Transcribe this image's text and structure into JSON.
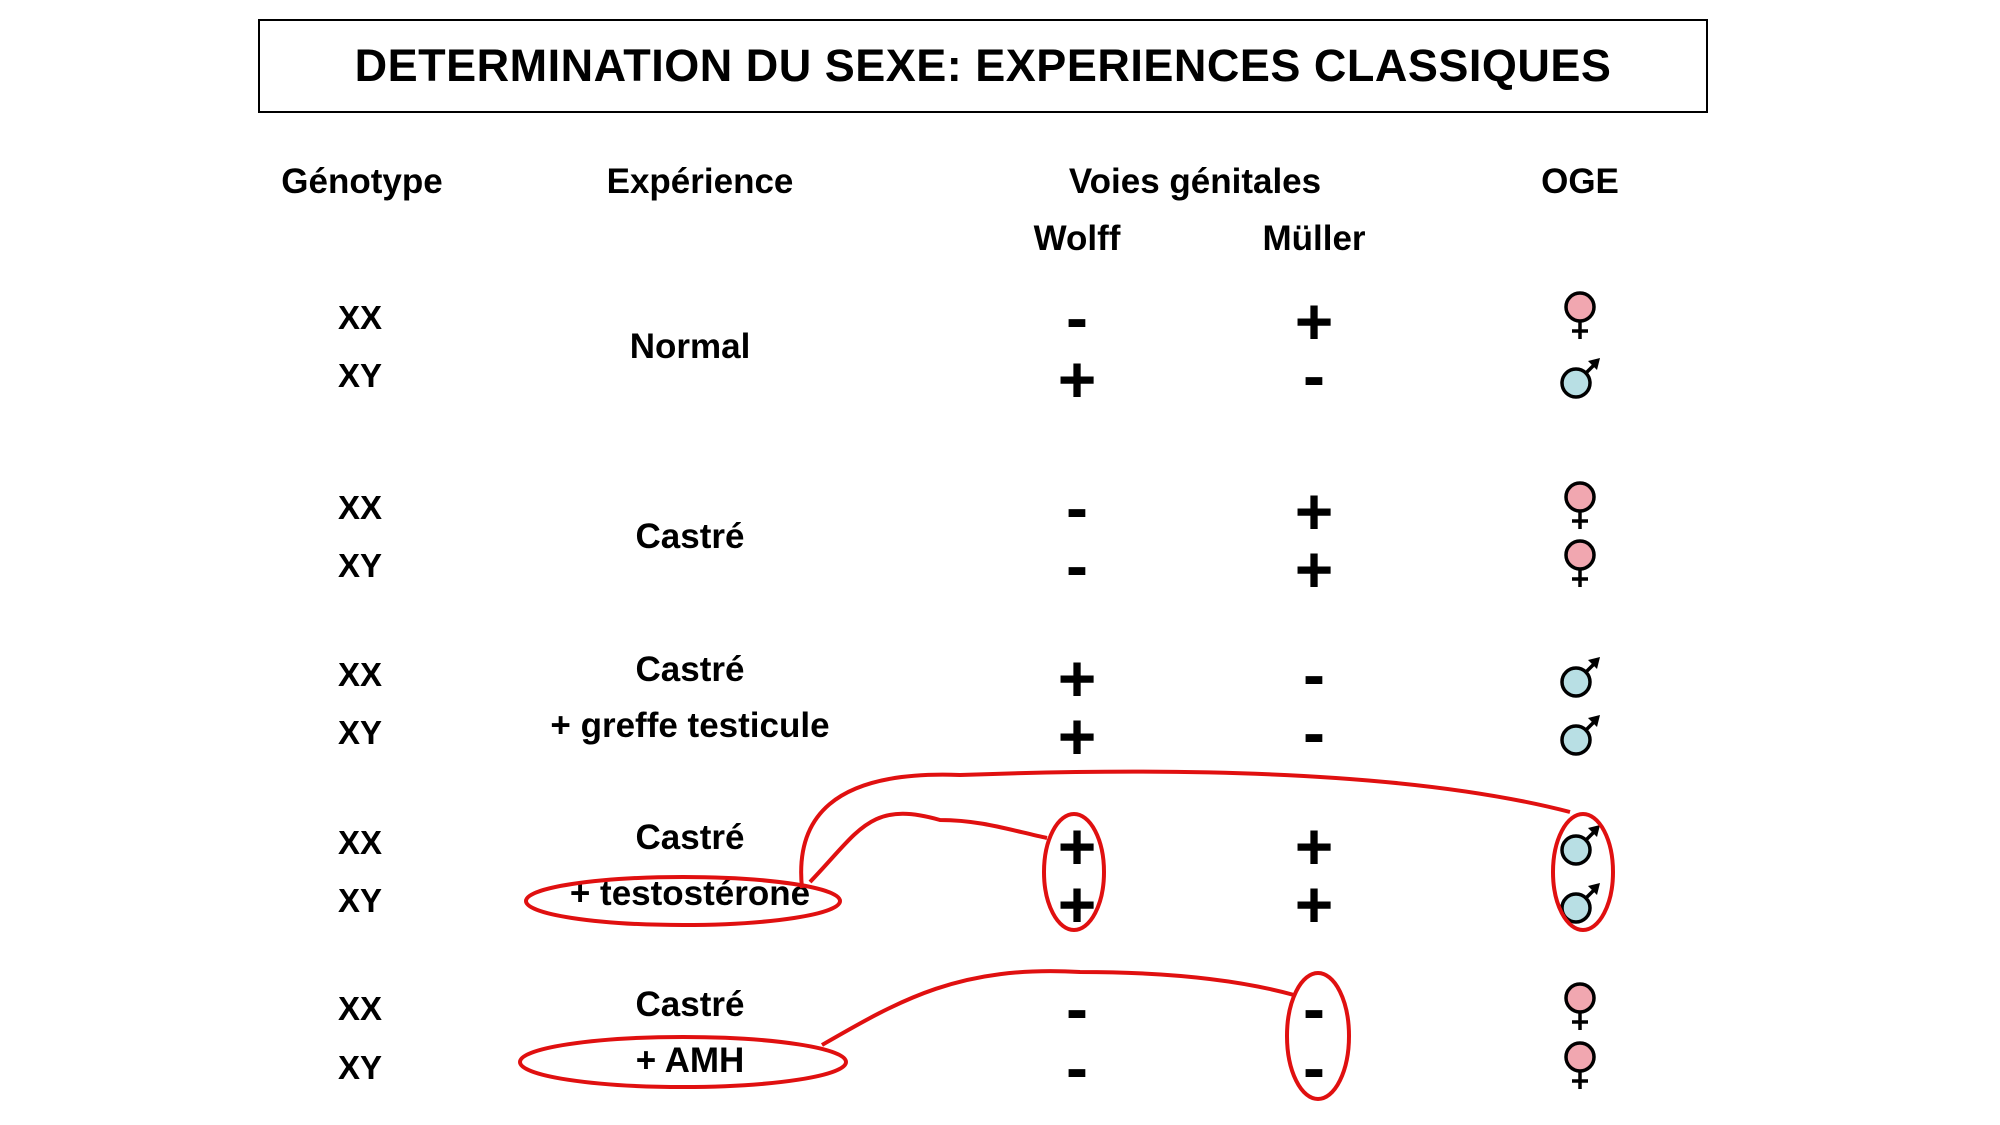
{
  "title": "DETERMINATION DU SEXE: EXPERIENCES CLASSIQUES",
  "headers": {
    "genotype": "Génotype",
    "experience": "Expérience",
    "voies": "Voies génitales",
    "wolff": "Wolff",
    "muller": "Müller",
    "oge": "OGE"
  },
  "colors": {
    "female": "#f1a7b0",
    "male": "#b8dfe4",
    "highlight": "#e01010"
  },
  "groups": [
    {
      "experience": [
        "Normal"
      ],
      "rows": [
        {
          "genotype": "XX",
          "wolff": "-",
          "muller": "+",
          "oge": "female"
        },
        {
          "genotype": "XY",
          "wolff": "+",
          "muller": "-",
          "oge": "male"
        }
      ]
    },
    {
      "experience": [
        "Castré"
      ],
      "rows": [
        {
          "genotype": "XX",
          "wolff": "-",
          "muller": "+",
          "oge": "female"
        },
        {
          "genotype": "XY",
          "wolff": "-",
          "muller": "+",
          "oge": "female"
        }
      ]
    },
    {
      "experience": [
        "Castré",
        "+ greffe testicule"
      ],
      "rows": [
        {
          "genotype": "XX",
          "wolff": "+",
          "muller": "-",
          "oge": "male"
        },
        {
          "genotype": "XY",
          "wolff": "+",
          "muller": "-",
          "oge": "male"
        }
      ]
    },
    {
      "experience": [
        "Castré",
        "+ testostérone"
      ],
      "rows": [
        {
          "genotype": "XX",
          "wolff": "+",
          "muller": "+",
          "oge": "male"
        },
        {
          "genotype": "XY",
          "wolff": "+",
          "muller": "+",
          "oge": "male"
        }
      ]
    },
    {
      "experience": [
        "Castré",
        "+ AMH"
      ],
      "rows": [
        {
          "genotype": "XX",
          "wolff": "-",
          "muller": "-",
          "oge": "female"
        },
        {
          "genotype": "XY",
          "wolff": "-",
          "muller": "-",
          "oge": "female"
        }
      ]
    }
  ]
}
